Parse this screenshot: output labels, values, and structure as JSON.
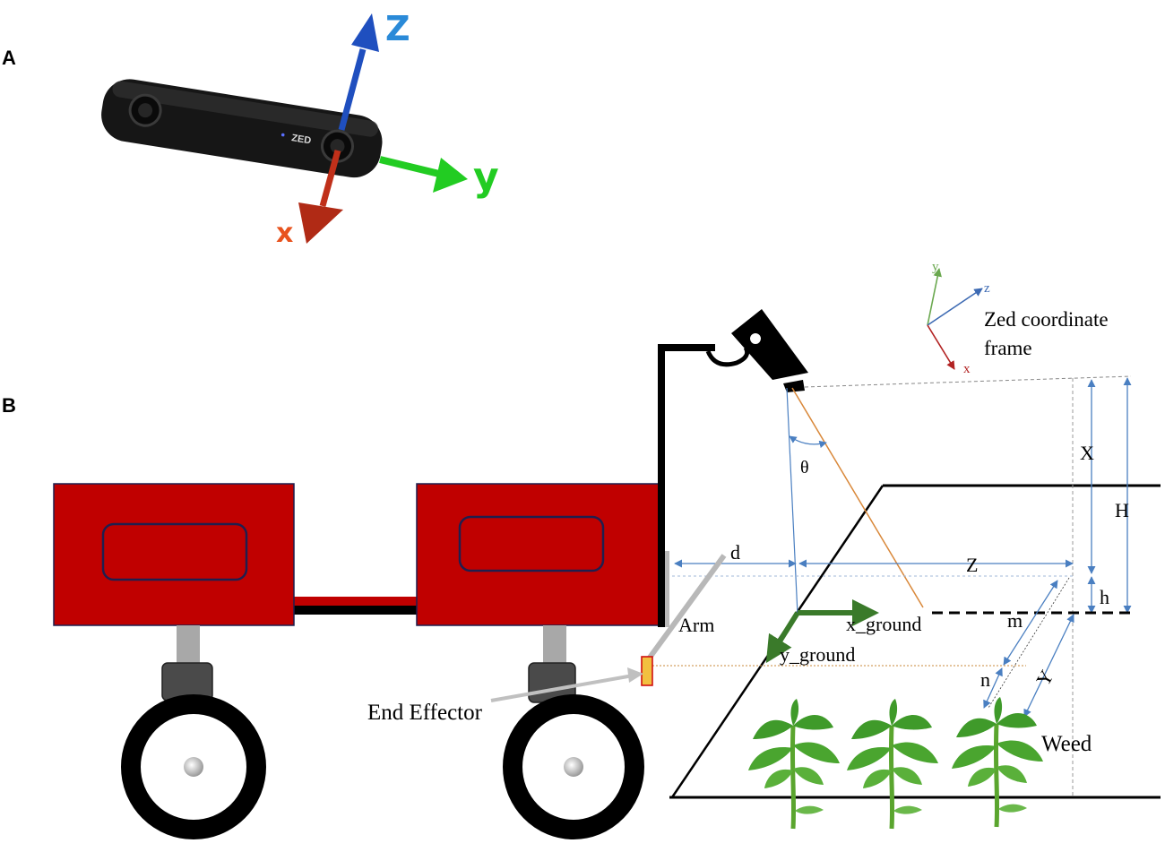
{
  "panels": {
    "a": "A",
    "b": "B"
  },
  "camera": {
    "brand": "ZED",
    "axes": {
      "z": "Z",
      "y": "y",
      "x": "x"
    },
    "colors": {
      "z": "#1f4fbf",
      "y": "#22cc22",
      "x": "#c0301a"
    }
  },
  "zed_frame": {
    "axes": {
      "y": "y",
      "z": "z",
      "x": "x"
    },
    "title_line1": "Zed coordinate",
    "title_line2": "frame",
    "colors": {
      "y": "#6aa84f",
      "z": "#3d6ab3",
      "x": "#b22222"
    }
  },
  "dimensions": {
    "theta": "θ",
    "d": "d",
    "Z": "Z",
    "X": "X",
    "H": "H",
    "h": "h",
    "m": "m",
    "n": "n",
    "Y": "Y"
  },
  "labels": {
    "arm": "Arm",
    "end_effector": "End Effector",
    "x_ground": "x_ground",
    "y_ground": "y_ground",
    "weed": "Weed"
  },
  "colors": {
    "robot_body": "#c00000",
    "body_outline": "#1f1f4f",
    "dimension": "#4a7fc1",
    "ground_arrow": "#3a7a2a",
    "plant": "#3f9a2a"
  }
}
